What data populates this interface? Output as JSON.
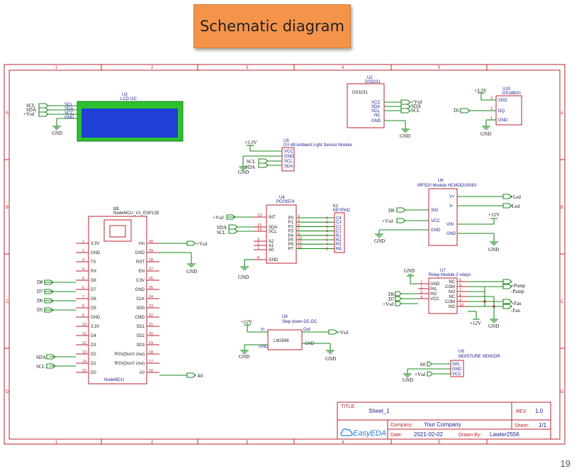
{
  "slide": {
    "title": "Schematic diagram",
    "page_number": "19"
  },
  "frame": {
    "columns": [
      "1",
      "2",
      "3",
      "4",
      "5"
    ],
    "rows": [
      "A",
      "B",
      "C",
      "D"
    ]
  },
  "labels": {
    "scl": "SCL",
    "sda": "SDA",
    "vsd": "+Vsd",
    "gnd": "GND",
    "vcc": "VCC",
    "v33": "+3.3V",
    "v12": "+12V",
    "d5": "D5",
    "d6": "D6",
    "d7": "D7",
    "d8": "D8",
    "a0": "A0",
    "led_p": "+Led",
    "led_m": "-Led",
    "pump_p": "+Pump",
    "pump_m": "-Pump",
    "fan_p": "+Fan",
    "fan_m": "-Fan"
  },
  "components": {
    "u3": {
      "ref": "U3",
      "name": "LCD I2C",
      "pins": [
        "SCL",
        "SDA",
        "VCC",
        "GND"
      ]
    },
    "u2": {
      "ref": "U2",
      "name": "DS3231",
      "body": "DS3231",
      "pins": [
        "VCC",
        "SDA",
        "SCL",
        "NC",
        "GND"
      ]
    },
    "u10": {
      "ref": "U10",
      "name": "DS18B20",
      "pins": [
        "VDD",
        "DQ",
        "GND"
      ]
    },
    "u5": {
      "ref": "U5",
      "name": "GY-49 Ambient Light Sensor Module",
      "pins": [
        "VCC",
        "GND",
        "SCL",
        "SDA"
      ]
    },
    "u6": {
      "ref": "U6",
      "name": "IRF520 Module HCMODU0083",
      "pins_l": [
        "SIG",
        "VCC",
        "GND"
      ],
      "pins_r": [
        "V+",
        "V-",
        "VIN",
        "GND"
      ]
    },
    "u1": {
      "ref": "U1",
      "name": "NodeMCU_V1_ESP12E",
      "body": "NodeMCU",
      "pins_l": [
        [
          "1",
          "3.3V"
        ],
        [
          "2",
          "GND"
        ],
        [
          "3",
          "TX"
        ],
        [
          "4",
          "RX"
        ],
        [
          "5",
          "D8"
        ],
        [
          "6",
          "D7"
        ],
        [
          "7",
          "D6"
        ],
        [
          "8",
          "D5"
        ],
        [
          "9",
          "GND"
        ],
        [
          "10",
          "3.3V"
        ],
        [
          "11",
          "D4"
        ],
        [
          "12",
          "D3"
        ],
        [
          "13",
          "D2"
        ],
        [
          "14",
          "D1"
        ],
        [
          "15",
          "D0"
        ]
      ],
      "pins_r": [
        [
          "30",
          "Vin"
        ],
        [
          "29",
          "GND"
        ],
        [
          "28",
          "RST"
        ],
        [
          "27",
          "EN"
        ],
        [
          "26",
          "3.3V"
        ],
        [
          "25",
          "GND"
        ],
        [
          "24",
          "CLK"
        ],
        [
          "23",
          "SD0"
        ],
        [
          "22",
          "CMD"
        ],
        [
          "21",
          "SD1"
        ],
        [
          "20",
          "SD2"
        ],
        [
          "19",
          "SD3"
        ],
        [
          "18",
          "RSV(Don't Use)"
        ],
        [
          "17",
          "RSV(Don't Use)"
        ],
        [
          "16",
          "A0"
        ]
      ]
    },
    "u4": {
      "ref": "U4",
      "name": "PCF8574",
      "pins_l": [
        [
          "13",
          "INT"
        ],
        [
          "15",
          "SDA"
        ],
        [
          "14",
          "SCL"
        ],
        [
          "3",
          "A2"
        ],
        [
          "2",
          "A1"
        ],
        [
          "1",
          "A0"
        ],
        [
          "8",
          "GND"
        ]
      ],
      "pins_r": [
        [
          "4",
          "P0"
        ],
        [
          "5",
          "P1"
        ],
        [
          "6",
          "P2"
        ],
        [
          "7",
          "P3"
        ],
        [
          "9",
          "P4"
        ],
        [
          "10",
          "P5"
        ],
        [
          "11",
          "P6"
        ],
        [
          "12",
          "P7"
        ]
      ]
    },
    "k1": {
      "ref": "K1",
      "name": "KEYPAD",
      "pins": [
        "C4",
        "C3",
        "C2",
        "C1",
        "R1",
        "R2",
        "R3",
        "R4"
      ]
    },
    "u7": {
      "ref": "U7",
      "name": "Relay Module 2 relays",
      "pins_l": [
        [
          "1",
          "GND"
        ],
        [
          "2",
          "IN1"
        ],
        [
          "3",
          "IN2"
        ],
        [
          "4",
          "VCC"
        ]
      ],
      "pins_r": [
        [
          "5",
          "NC"
        ],
        [
          "6",
          "COM"
        ],
        [
          "7",
          "NO"
        ],
        [
          "8",
          "NC"
        ],
        [
          "9",
          "COM"
        ],
        [
          "10",
          "NO"
        ]
      ]
    },
    "u8": {
      "ref": "U8",
      "name": "Step down-DC-DC",
      "body": "LM2596",
      "pins": [
        "In",
        "GND",
        "Out",
        "GND"
      ]
    },
    "u9": {
      "ref": "U9",
      "name": "MOISTURE SENSOR",
      "pins": [
        "SIG",
        "GND",
        "VCC"
      ]
    }
  },
  "title_block": {
    "title_label": "TITLE:",
    "title": "Sheet_1",
    "rev_label": "REV:",
    "rev": "1.0",
    "company_label": "Company:",
    "company": "Your Company",
    "sheet_label": "Sheet:",
    "sheet": "1/1",
    "date_label": "Date:",
    "date": "2021-02-02",
    "drawn_label": "Drawn By:",
    "drawn": "Lawter2556",
    "logo": "EasyEDA"
  },
  "colors": {
    "wire": "#1b8a1b",
    "part": "#b8232f",
    "text": "#1a1a8c",
    "title_bg": "#f4934a",
    "lcd_screen": "#1f3fd6",
    "lcd_board": "#2ec02e"
  }
}
